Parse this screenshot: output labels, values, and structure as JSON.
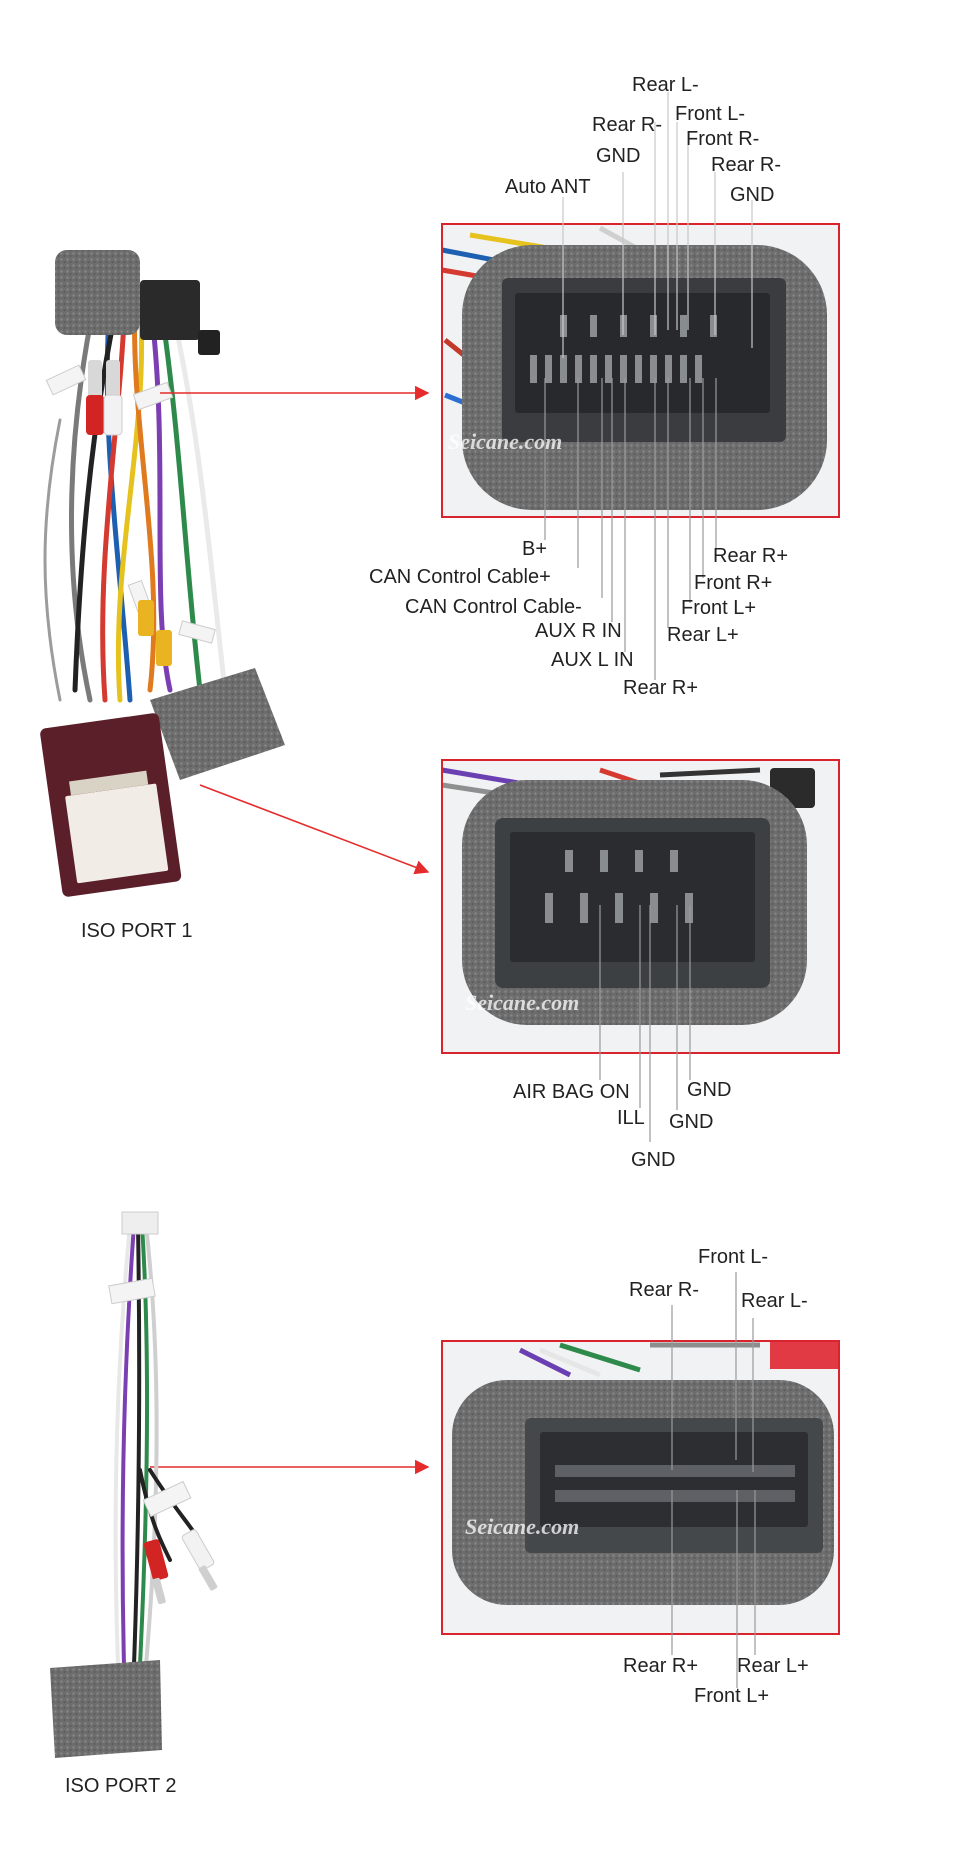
{
  "colors": {
    "frame": "#d9232d",
    "arrow": "#e52b2b",
    "foam": "#6f6f6f",
    "connector": "#3d3f42"
  },
  "ports": [
    {
      "label": "ISO PORT 1"
    },
    {
      "label": "ISO PORT 2"
    }
  ],
  "watermark": "Seicane.com",
  "connector1": {
    "top_labels": [
      "Rear L-",
      "Rear R-",
      "Front L-",
      "Front R-",
      "GND",
      "Rear R-",
      "Auto ANT",
      "GND"
    ],
    "bottom_labels": [
      "B+",
      "Rear R+",
      "CAN Control Cable+",
      "Front R+",
      "CAN Control Cable-",
      "Front L+",
      "AUX R IN",
      "Rear L+",
      "AUX L IN",
      "Rear R+"
    ]
  },
  "connector2": {
    "bottom_labels": [
      "AIR BAG ON",
      "GND",
      "ILL",
      "GND",
      "GND"
    ]
  },
  "connector3": {
    "top_labels": [
      "Front L-",
      "Rear R-",
      "Rear L-"
    ],
    "bottom_labels": [
      "Rear R+",
      "Rear L+",
      "Front L+"
    ]
  }
}
